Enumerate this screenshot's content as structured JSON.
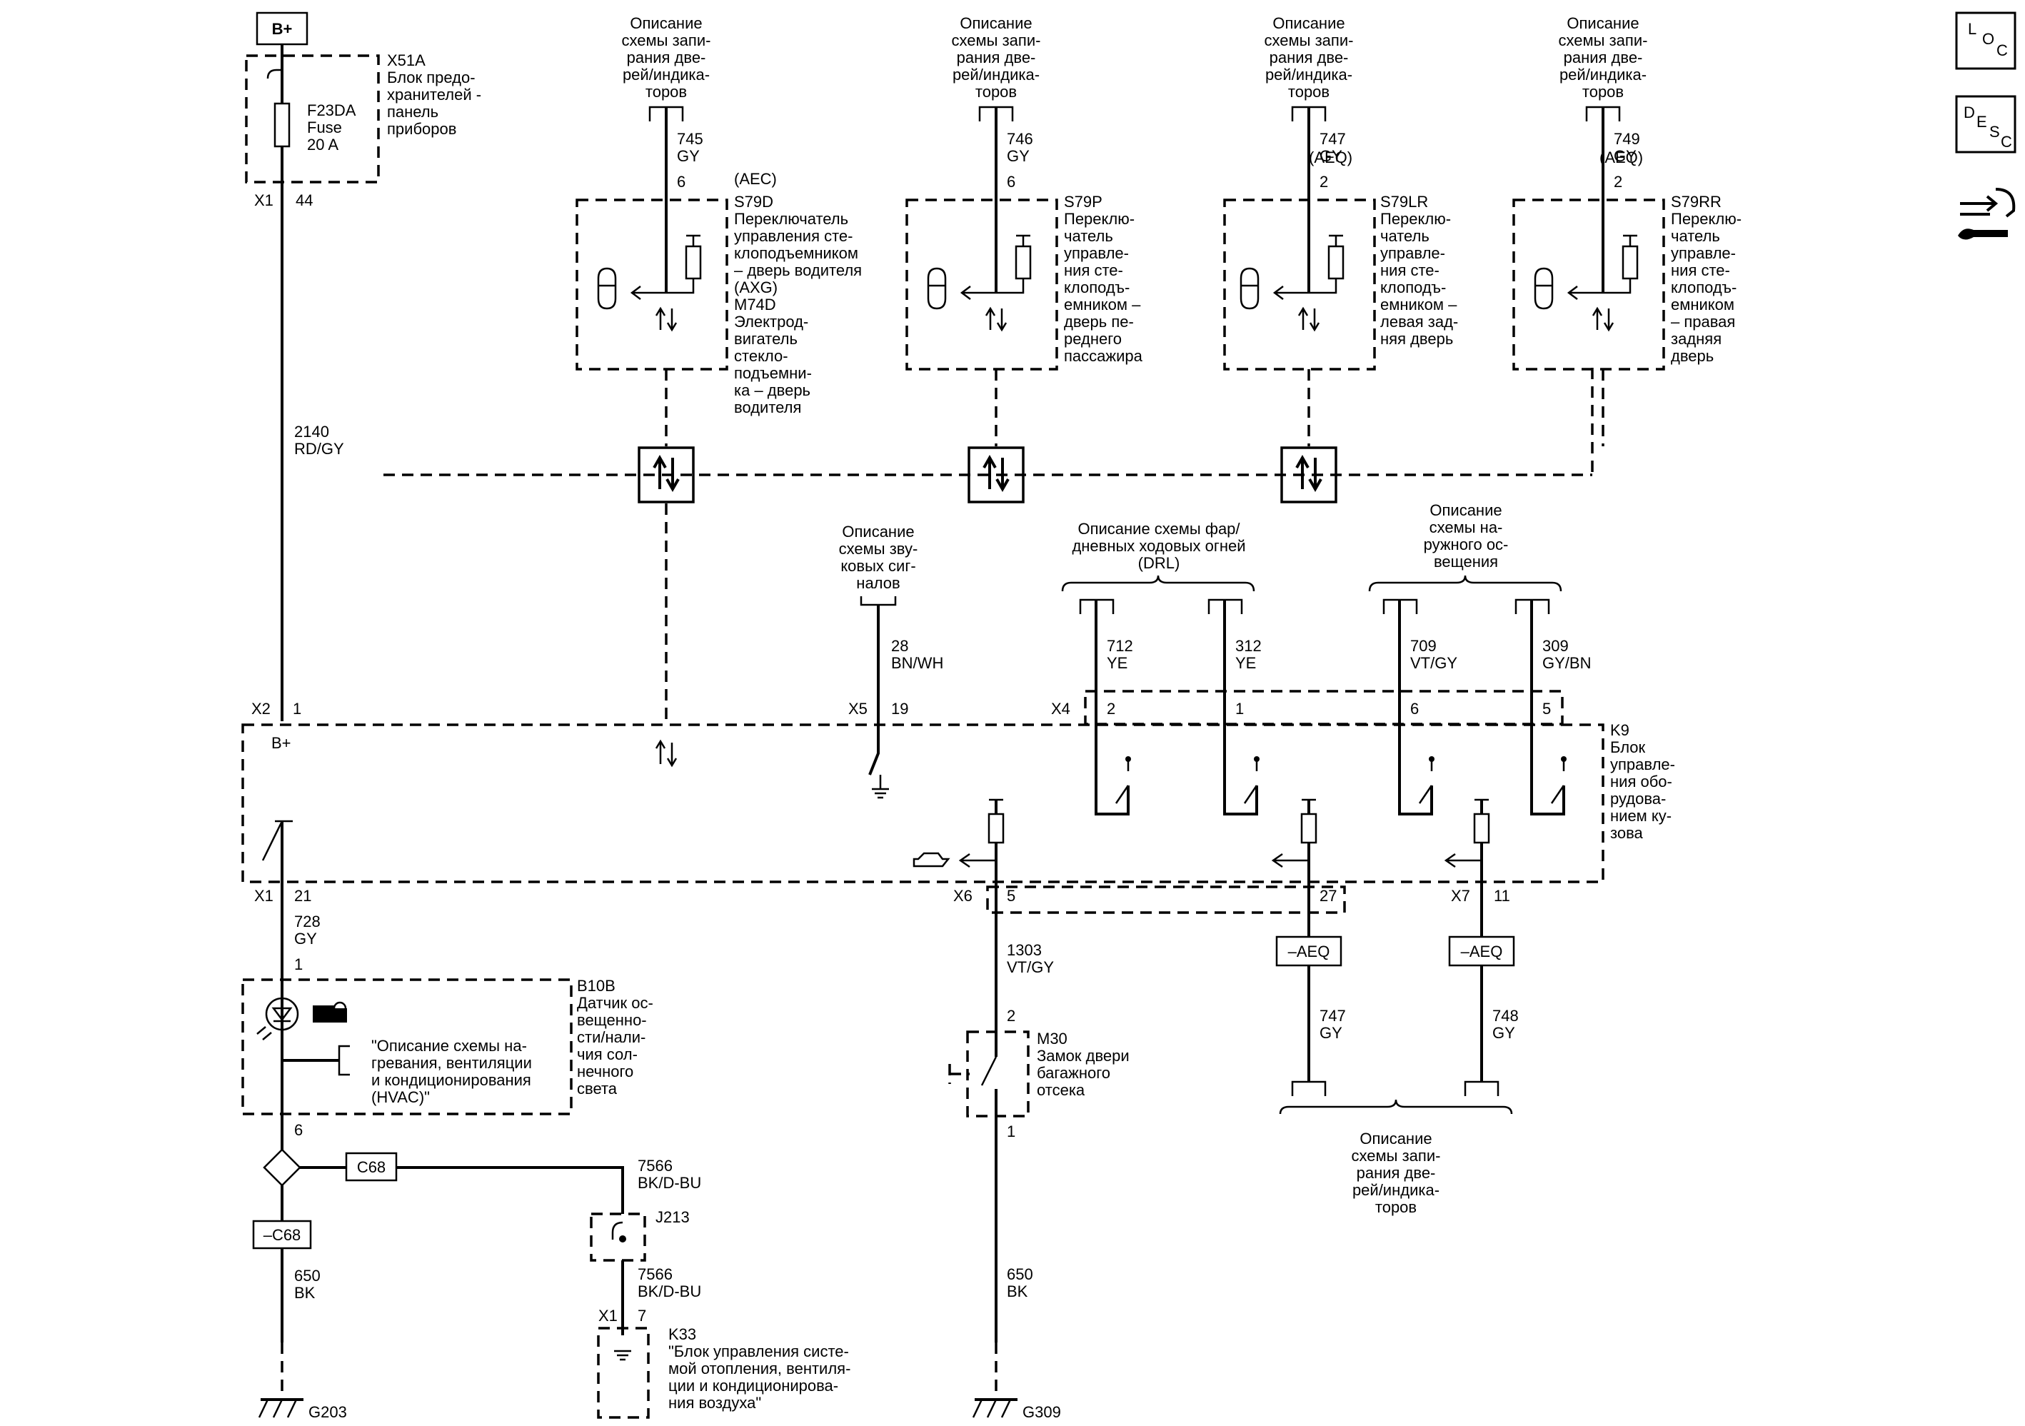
{
  "battery": {
    "label": "B+"
  },
  "fuse_block": {
    "id": "X51A",
    "lines": [
      "Блок предо-",
      "хранителей -",
      "панель",
      "приборов"
    ],
    "fuse": [
      "F23DA",
      "Fuse",
      "20 A"
    ]
  },
  "pins": {
    "x1_label": "X1",
    "x1_pin": "44",
    "x2_label": "X2",
    "x2_pin": "1",
    "bplus": "B+",
    "x5_label": "X5",
    "x5_pin": "19",
    "x4_label": "X4",
    "x4_pins": [
      "2",
      "1",
      "6",
      "5"
    ],
    "k9x1_label": "X1",
    "k9x1_pin": "21",
    "x6_label": "X6",
    "x6_pin": "5",
    "x6_pin2": "27",
    "x7_label": "X7",
    "x7_pin": "11",
    "b10b_pin1": "1",
    "b10b_pin6": "6",
    "m30_pin2": "2",
    "m30_pin1": "1",
    "k33x1_label": "X1",
    "k33x1_pin": "7"
  },
  "wires": {
    "w2140": [
      "2140",
      "RD/GY"
    ],
    "w728": [
      "728",
      "GY"
    ],
    "w650a": [
      "650",
      "BK"
    ],
    "w650b": [
      "650",
      "BK"
    ],
    "w7566a": [
      "7566",
      "BK/D-BU"
    ],
    "w7566b": [
      "7566",
      "BK/D-BU"
    ],
    "w1303": [
      "1303",
      "VT/GY"
    ],
    "w28": [
      "28",
      "BN/WH"
    ],
    "w712": [
      "712",
      "YE"
    ],
    "w312": [
      "312",
      "YE"
    ],
    "w709": [
      "709",
      "VT/GY"
    ],
    "w309": [
      "309",
      "GY/BN"
    ],
    "w747b": [
      "747",
      "GY"
    ],
    "w748": [
      "748",
      "GY"
    ]
  },
  "door_refs": [
    {
      "title": [
        "Описание",
        "схемы запи-",
        "рания две-",
        "рей/индика-",
        "торов"
      ],
      "wire": [
        "745",
        "GY"
      ],
      "pin": "6"
    },
    {
      "title": [
        "Описание",
        "схемы запи-",
        "рания две-",
        "рей/индика-",
        "торов"
      ],
      "wire": [
        "746",
        "GY"
      ],
      "pin": "6"
    },
    {
      "title": [
        "Описание",
        "схемы запи-",
        "рания две-",
        "рей/индика-",
        "торов"
      ],
      "wire": [
        "747",
        "GY"
      ],
      "pin": "2"
    },
    {
      "title": [
        "Описание",
        "схемы запи-",
        "рания две-",
        "рей/индика-",
        "торов"
      ],
      "wire": [
        "749",
        "GY"
      ],
      "pin": "2"
    }
  ],
  "switches": [
    {
      "option": "(AEC)",
      "lines": [
        "S79D",
        "Переключатель",
        "управления сте-",
        "клоподъемником",
        "– дверь водителя",
        "(AXG)",
        "M74D",
        "Электрод-",
        "вигатель",
        "стекло-",
        "подъемни-",
        "ка – дверь",
        "водителя"
      ]
    },
    {
      "option": "",
      "lines": [
        "S79P",
        "Переклю-",
        "чатель",
        "управле-",
        "ния сте-",
        "клоподъ-",
        "емником –",
        "дверь пе-",
        "реднего",
        "пассажира"
      ]
    },
    {
      "option": "(AEQ)",
      "lines": [
        "S79LR",
        "Переклю-",
        "чатель",
        "управле-",
        "ния сте-",
        "клоподъ-",
        "емником –",
        "левая зад-",
        "няя дверь"
      ]
    },
    {
      "option": "(AEQ)",
      "lines": [
        "S79RR",
        "Переклю-",
        "чатель",
        "управле-",
        "ния сте-",
        "клоподъ-",
        "емником",
        "– правая",
        "задняя",
        "дверь"
      ]
    }
  ],
  "horn_ref": [
    "Описание",
    "схемы зву-",
    "ковых сиг-",
    "налов"
  ],
  "drl_ref": [
    "Описание схемы фар/",
    "дневных ходовых огней",
    "(DRL)"
  ],
  "ext_ref": [
    "Описание",
    "схемы на-",
    "ружного ос-",
    "вещения"
  ],
  "k9": {
    "lines": [
      "K9",
      "Блок",
      "управле-",
      "ния обо-",
      "рудова-",
      "нием ку-",
      "зова"
    ]
  },
  "b10b": {
    "lines": [
      "B10B",
      "Датчик ос-",
      "вещенно-",
      "сти/нали-",
      "чия сол-",
      "нечного",
      "света"
    ]
  },
  "hvac_ref": [
    "\"Описание схемы на-",
    "гревания, вентиляции",
    "и кондиционирования",
    "(HVAC)\""
  ],
  "m30": {
    "lines": [
      "M30",
      "Замок двери",
      "багажного",
      "отсека"
    ]
  },
  "j213": "J213",
  "k33": {
    "lines": [
      "K33",
      "\"Блок управления систе-",
      "мой отопления, вентиля-",
      "ции и кондиционирова-",
      "ния воздуха\""
    ]
  },
  "c68": "C68",
  "c68_neg": "–C68",
  "aeq_neg": "–AEQ",
  "bottom_ref": [
    "Описание",
    "схемы запи-",
    "рания две-",
    "рей/индика-",
    "торов"
  ],
  "grounds": {
    "g203": "G203",
    "g309": "G309"
  },
  "side_buttons": {
    "loc": [
      "L",
      "O",
      "C"
    ],
    "desc": [
      "D",
      "E",
      "S",
      "C"
    ]
  }
}
